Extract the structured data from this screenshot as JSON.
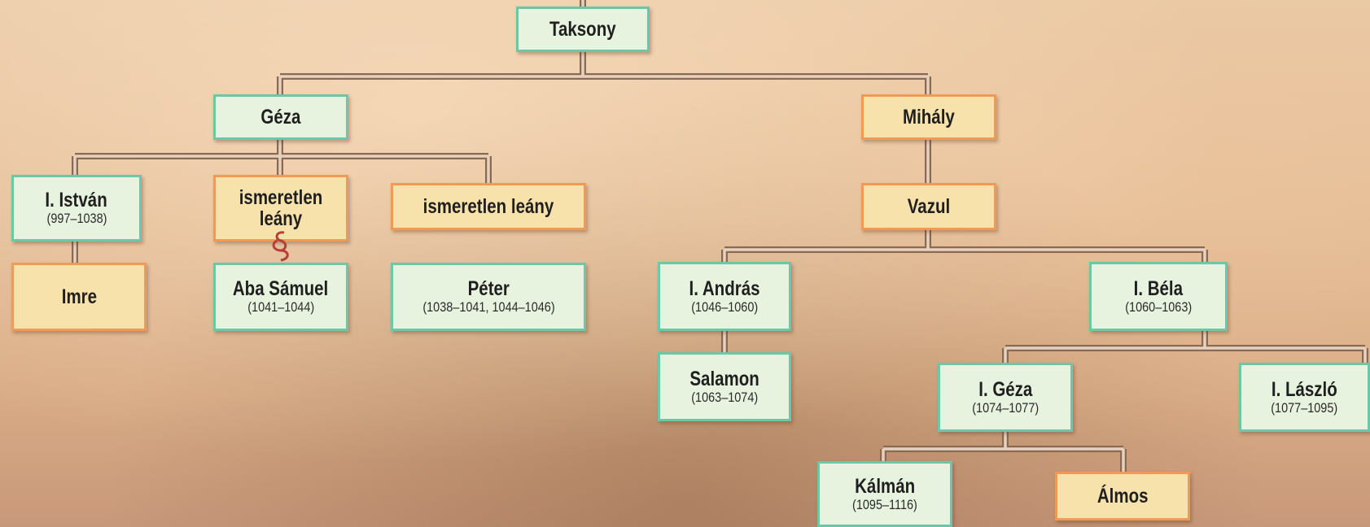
{
  "nodes": {
    "taksony": {
      "name": "Taksony"
    },
    "geza": {
      "name": "Géza"
    },
    "mihaly": {
      "name": "Mihály"
    },
    "istvan": {
      "name": "I. István",
      "reign": "(997–1038)"
    },
    "leany1": {
      "name": "ismeretlen leány"
    },
    "leany2": {
      "name": "ismeretlen leány"
    },
    "vazul": {
      "name": "Vazul"
    },
    "imre": {
      "name": "Imre"
    },
    "aba": {
      "name": "Aba Sámuel",
      "reign": "(1041–1044)"
    },
    "peter": {
      "name": "Péter",
      "reign": "(1038–1041, 1044–1046)"
    },
    "andras": {
      "name": "I. András",
      "reign": "(1046–1060)"
    },
    "bela": {
      "name": "I. Béla",
      "reign": "(1060–1063)"
    },
    "salamon": {
      "name": "Salamon",
      "reign": "(1063–1074)"
    },
    "geza1": {
      "name": "I. Géza",
      "reign": "(1074–1077)"
    },
    "laszlo": {
      "name": "I. László",
      "reign": "(1077–1095)"
    },
    "kalman": {
      "name": "Kálmán",
      "reign": "(1095–1116)"
    },
    "almos": {
      "name": "Álmos"
    }
  },
  "colors": {
    "ruler_box": "#e8f3df",
    "ruler_border": "#6cc7a8",
    "nonruler_box": "#f7e2ab",
    "nonruler_border": "#f09a55",
    "connector": "#8a6a52",
    "marriage_symbol": "#b5403a"
  }
}
